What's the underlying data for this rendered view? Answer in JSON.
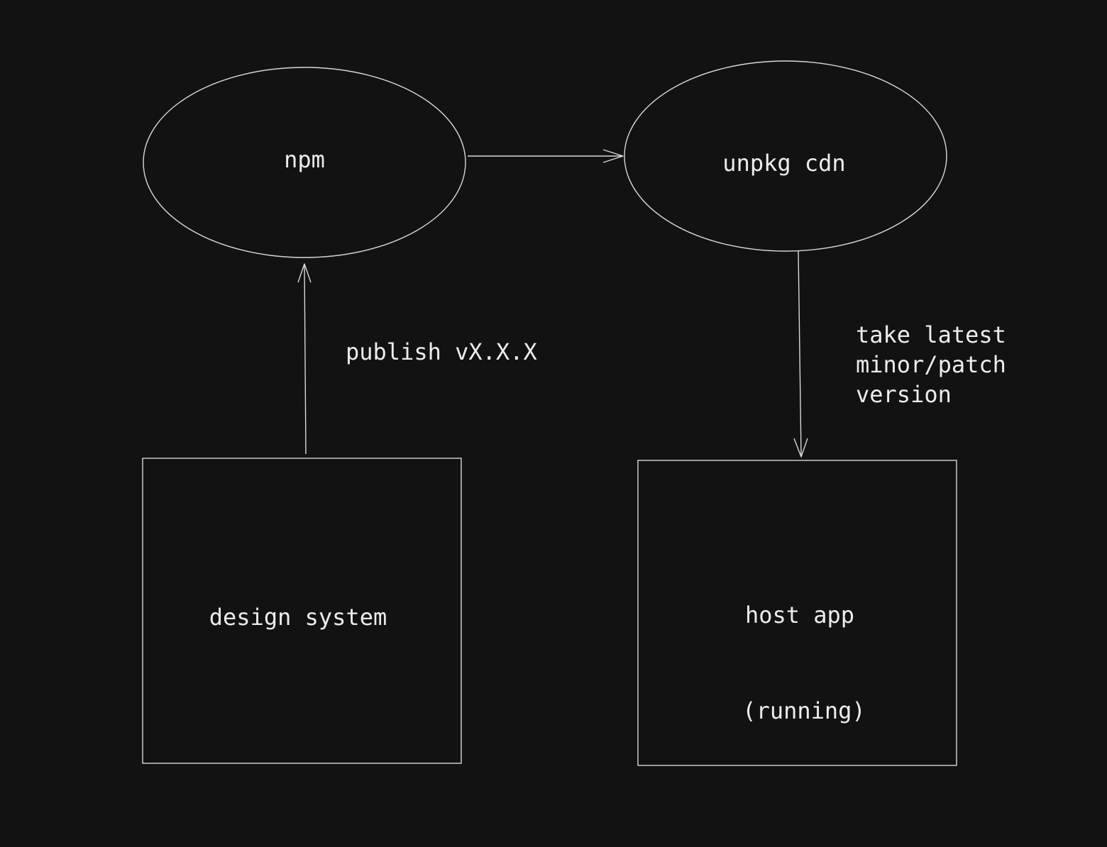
{
  "diagram": {
    "nodes": {
      "npm": {
        "label": "npm"
      },
      "unpkg": {
        "label": "unpkg cdn"
      },
      "design_system": {
        "label": "design system"
      },
      "host_app": {
        "label": "host app",
        "sublabel": "(running)"
      }
    },
    "edges": {
      "publish": {
        "label": "publish vX.X.X"
      },
      "take_latest": {
        "lines": [
          "take latest",
          "minor/patch",
          "version"
        ]
      }
    },
    "colors": {
      "background": "#121212",
      "stroke": "#d8d8d8",
      "text": "#ececec"
    }
  }
}
